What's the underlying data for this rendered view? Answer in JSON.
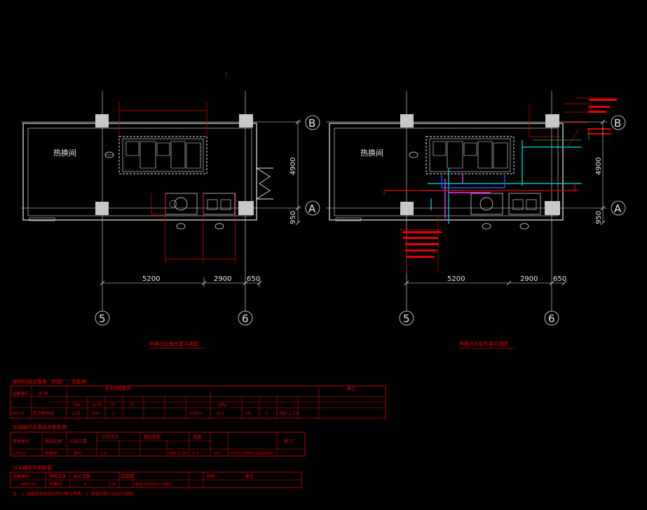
{
  "left_plan": {
    "room_label": "热换间",
    "title": "热换间设备布置平面图",
    "dims": [
      "5200",
      "2900",
      "650"
    ],
    "vdims": [
      "4900",
      "950"
    ],
    "axes": {
      "row": [
        "B",
        "A"
      ],
      "col": [
        "5",
        "6"
      ]
    }
  },
  "right_plan": {
    "room_label": "热换间",
    "title": "热换间水管布置平面图",
    "dims": [
      "5200",
      "2900",
      "650"
    ],
    "vdims": [
      "4900",
      "950"
    ],
    "axes": {
      "row": [
        "B",
        "A"
      ],
      "col": [
        "5",
        "6"
      ]
    }
  },
  "table1": {
    "title": "换热机组设备表（制造厂）性能表：",
    "headers": [
      "设备编号",
      "名 称",
      "技术参数要求",
      "备注"
    ],
    "unit_row": [
      "kW",
      "m³/h",
      "台",
      "℃",
      "kPa"
    ],
    "row": [
      "RH-01",
      "热交换机组",
      "510",
      "200",
      "1",
      "0.400",
      "8.3",
      "18",
      "3",
      "380-3-50"
    ]
  },
  "table2": {
    "title": "空调循环水泵技术参数表：",
    "headers": [
      "设备编号",
      "服务区域",
      "安装位置",
      "工作压力",
      "额定扬程",
      "电源",
      "备 注"
    ],
    "row": [
      "CH-01",
      "热换间",
      "室内",
      "1.0",
      "380-3-50",
      "1.1",
      "10",
      "1000×500×1500mm"
    ]
  },
  "table3": {
    "title": "分水器技术参数表：",
    "headers": [
      "设备编号",
      "服务区域",
      "最大流量",
      "接管数",
      "材质",
      "备注"
    ],
    "row": [
      "ADF-01",
      "热换间",
      "0",
      "1.0",
      "400×1000×1400"
    ]
  },
  "note": "注：1. 设备供货前须与甲方确认参数；2. 管道材质详见设计说明。"
}
